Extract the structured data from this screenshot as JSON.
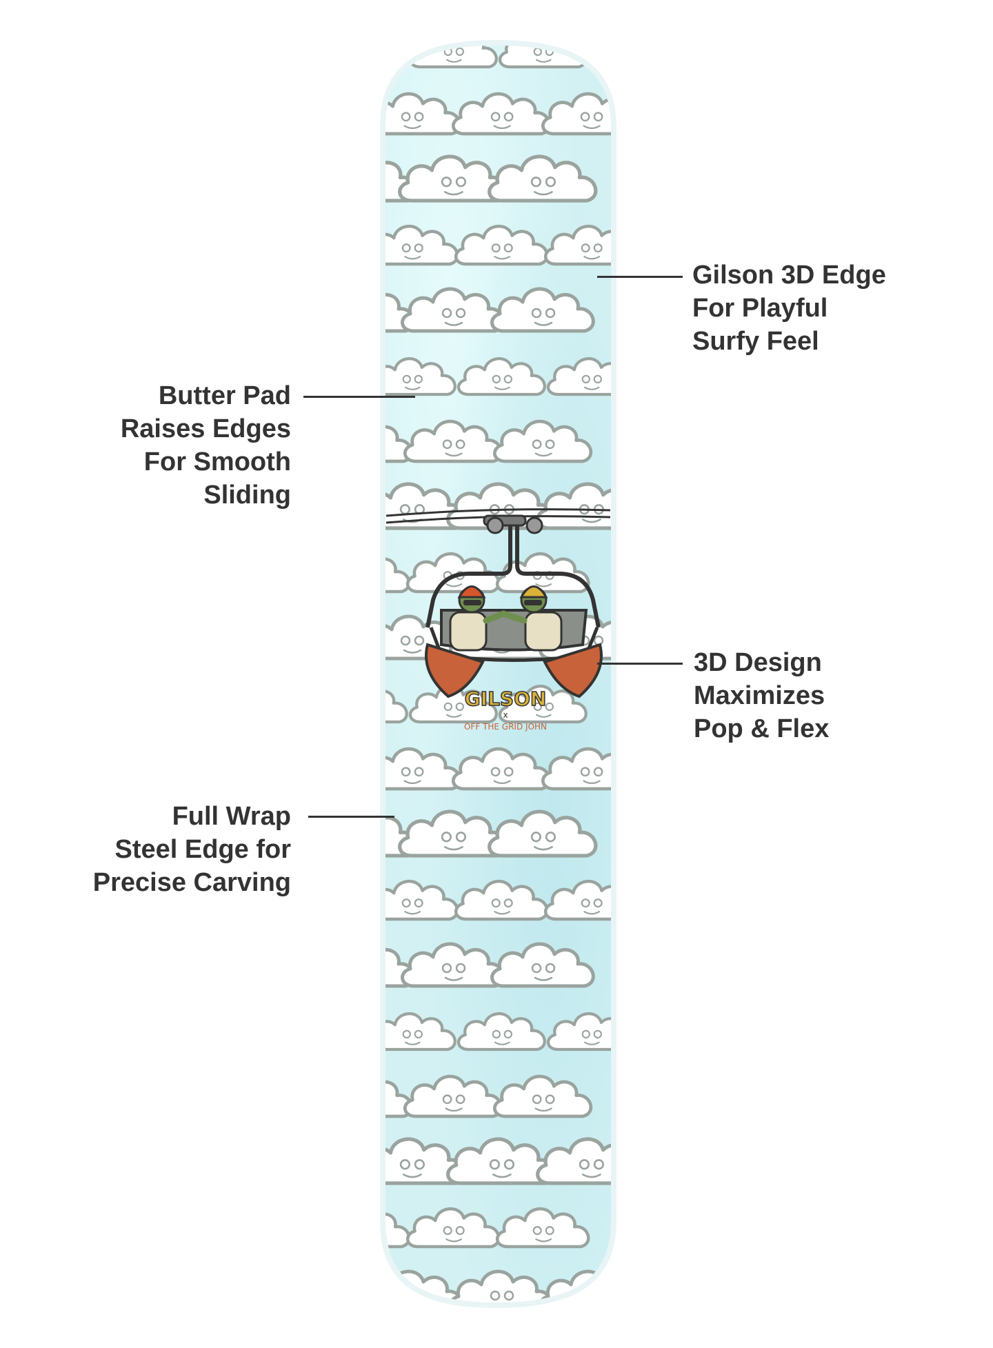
{
  "colors": {
    "board_base": "#d3f1f3",
    "board_tint": "#bfe8ee",
    "board_edge": "#e8f4f5",
    "cloud_fill": "#ffffff",
    "cloud_stroke": "#9aa39e",
    "text": "#333333",
    "turtle_green": "#6f8f4e",
    "hat_orange": "#d8552b",
    "board_orange": "#c8623a",
    "chair_gray": "#8a8f8a"
  },
  "callouts": [
    {
      "id": "gilson-3d-edge",
      "lines": [
        "Gilson 3D Edge",
        "For Playful",
        "Surfy Feel"
      ]
    },
    {
      "id": "butter-pad",
      "lines": [
        "Butter Pad",
        "Raises Edges",
        "For Smooth",
        "Sliding"
      ]
    },
    {
      "id": "3d-design",
      "lines": [
        "3D Design",
        "Maximizes",
        "Pop & Flex"
      ]
    },
    {
      "id": "full-wrap",
      "lines": [
        "Full Wrap",
        "Steel Edge for",
        "Precise Carving"
      ]
    }
  ],
  "graphic": {
    "logo_text": "GILSON",
    "logo_x": "x",
    "collab_text": "OFF THE GRID JOHN"
  }
}
